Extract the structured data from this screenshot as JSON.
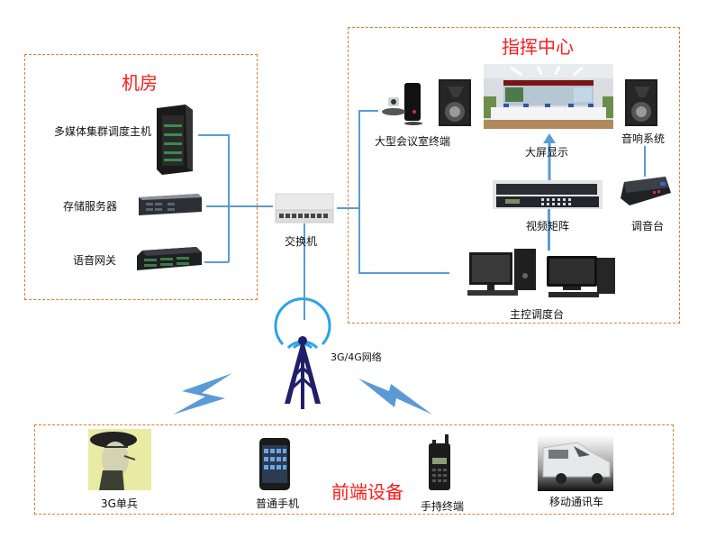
{
  "diagram": {
    "zones": {
      "machine_room": {
        "title": "机房"
      },
      "command_center": {
        "title": "指挥中心"
      },
      "front_end": {
        "title": "前端设备"
      }
    },
    "nodes": {
      "multimedia_host": {
        "label": "多媒体集群调度主机",
        "icon": "server-rack-icon"
      },
      "storage_server": {
        "label": "存储服务器",
        "icon": "rack-server-icon"
      },
      "voice_gateway": {
        "label": "语音网关",
        "icon": "gateway-icon"
      },
      "switch": {
        "label": "交换机",
        "icon": "network-switch-icon"
      },
      "conference_terminal": {
        "label": "大型会议室终端",
        "icon": "video-conference-icon"
      },
      "big_screen": {
        "label": "大屏显示",
        "icon": "control-room-screen-icon"
      },
      "sound_system": {
        "label": "音响系统",
        "icon": "speaker-icon"
      },
      "video_matrix": {
        "label": "视频矩阵",
        "icon": "video-matrix-icon"
      },
      "mixer": {
        "label": "调音台",
        "icon": "audio-mixer-icon"
      },
      "main_console": {
        "label": "主控调度台",
        "icon": "desktop-computer-icon"
      },
      "network": {
        "label": "3G/4G网络",
        "icon": "cell-tower-icon"
      },
      "soldier": {
        "label": "3G单兵",
        "icon": "soldier-headset-icon"
      },
      "phone": {
        "label": "普通手机",
        "icon": "smartphone-icon"
      },
      "handheld": {
        "label": "手持终端",
        "icon": "walkie-talkie-icon"
      },
      "vehicle": {
        "label": "移动通讯车",
        "icon": "van-icon"
      }
    },
    "colors": {
      "zone_border": "#e07b2e",
      "zone_title": "#ff1a1a",
      "connector": "#5b9bd5",
      "tower": "#1f1f6b",
      "signal": "#2aa3e8"
    }
  }
}
